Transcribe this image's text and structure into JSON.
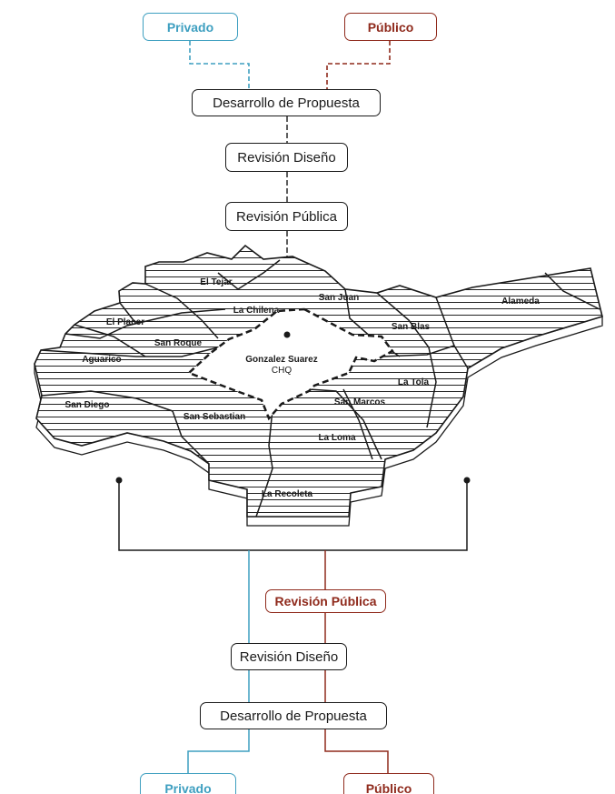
{
  "top_flow": {
    "private_label": "Privado",
    "public_label": "Público",
    "steps": [
      "Desarrollo de Propuesta",
      "Revisión Diseño",
      "Revisión Pública"
    ]
  },
  "map": {
    "districts": [
      "El Tejar",
      "La Chilena",
      "San Juan",
      "Alameda",
      "El Placer",
      "San Blas",
      "San Roque",
      "Aguarico",
      "La Tola",
      "San Marcos",
      "San Diego",
      "San Sebastian",
      "La Loma",
      "La Recoleta"
    ],
    "center_label": "Gonzalez Suarez",
    "center_sublabel": "CHQ"
  },
  "bottom_flow": {
    "public_review": "Revisión Pública",
    "design_review": "Revisión Diseño",
    "proposal": "Desarrollo de Propuesta",
    "private_label": "Privado",
    "public_label": "Público"
  },
  "colors": {
    "private": "#3e9fc0",
    "public": "#8f2a1c",
    "line": "#1a1a1a",
    "map_hatch": "#222222"
  }
}
